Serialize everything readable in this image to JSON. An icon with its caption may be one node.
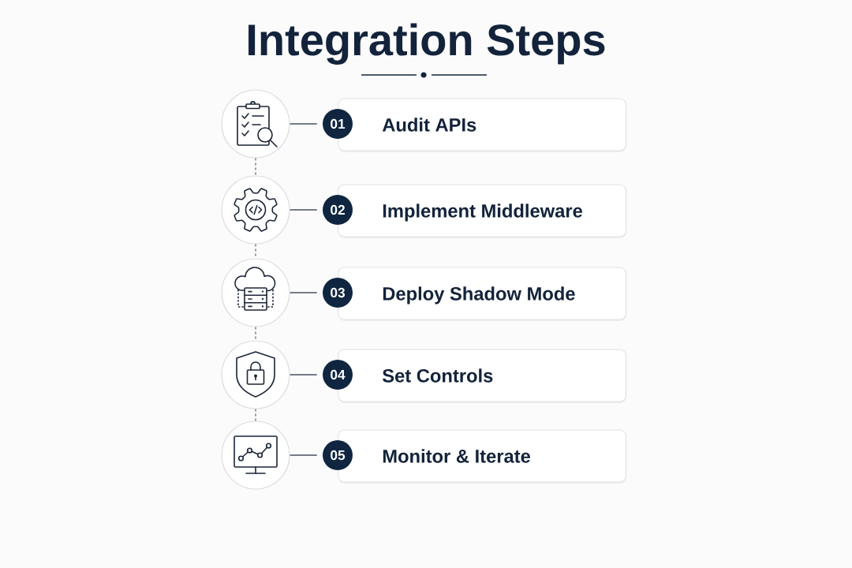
{
  "diagram": {
    "title": "Integration Steps",
    "nodes": [
      {
        "text": [],
        "shape": "circle"
      },
      {
        "text": [
          "01"
        ]
      },
      {
        "text": [
          "Audit APIs"
        ]
      },
      {
        "text": [],
        "shape": "circle"
      },
      {
        "text": [
          "02"
        ]
      },
      {
        "text": [
          "Implement Middleware"
        ]
      },
      {
        "text": [],
        "shape": "circle"
      },
      {
        "text": [
          "03"
        ]
      },
      {
        "text": [
          "Deploy Shadow Mode"
        ]
      },
      {
        "text": [],
        "shape": "circle"
      },
      {
        "text": [
          "04"
        ]
      },
      {
        "text": [
          "Set Controls"
        ]
      },
      {
        "text": [],
        "shape": "circle"
      },
      {
        "text": [
          "05"
        ]
      },
      {
        "text": [
          "Monitor & Iterate"
        ]
      }
    ],
    "edges": [
      {
        "from": 0,
        "to": 1,
        "arrow": "none"
      },
      {
        "from": 0,
        "to": 3,
        "arrow": "none",
        "style": "dashed"
      },
      {
        "from": 3,
        "to": 4,
        "arrow": "none"
      },
      {
        "from": 3,
        "to": 6,
        "arrow": "none",
        "style": "dashed"
      },
      {
        "from": 6,
        "to": 7,
        "arrow": "none"
      },
      {
        "from": 6,
        "to": 9,
        "arrow": "none",
        "style": "dashed"
      },
      {
        "from": 9,
        "to": 10,
        "arrow": "none"
      },
      {
        "from": 9,
        "to": 12,
        "arrow": "none",
        "style": "dashed"
      },
      {
        "from": 12,
        "to": 13,
        "arrow": "none"
      }
    ]
  }
}
